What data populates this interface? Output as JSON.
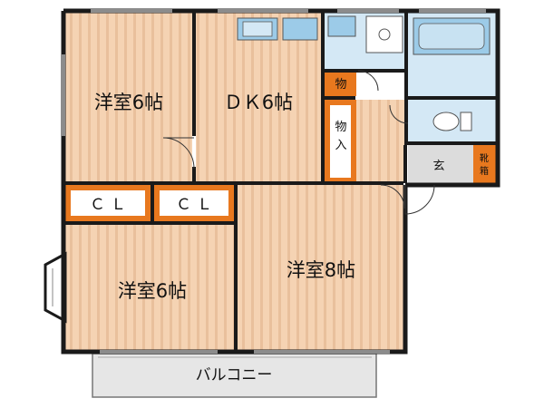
{
  "rooms": {
    "western_nw": {
      "label": "洋室6帖"
    },
    "dk": {
      "label": "ＤＫ6帖"
    },
    "western_sw": {
      "label": "洋室6帖"
    },
    "western_se": {
      "label": "洋室8帖"
    }
  },
  "closets": {
    "cl_left": {
      "label": "ＣＬ"
    },
    "cl_mid": {
      "label": "ＣＬ"
    },
    "storage_small": {
      "label": "物"
    },
    "storage_in": {
      "label_top": "物",
      "label_bottom": "入"
    }
  },
  "entrance": {
    "label": "玄"
  },
  "shoe_box": {
    "label_top": "靴",
    "label_bottom": "箱"
  },
  "balcony": {
    "label": "バルコニー"
  },
  "colors": {
    "floor": "#f5d3b3",
    "floor_stripe": "#e3b894",
    "closet": "#e8781e",
    "wet_area": "#d4e8f5",
    "fixture": "#9ccbe8",
    "entrance": "#dcdcdc",
    "balcony": "#e6e6e6",
    "wall": "#1a1a1a"
  }
}
